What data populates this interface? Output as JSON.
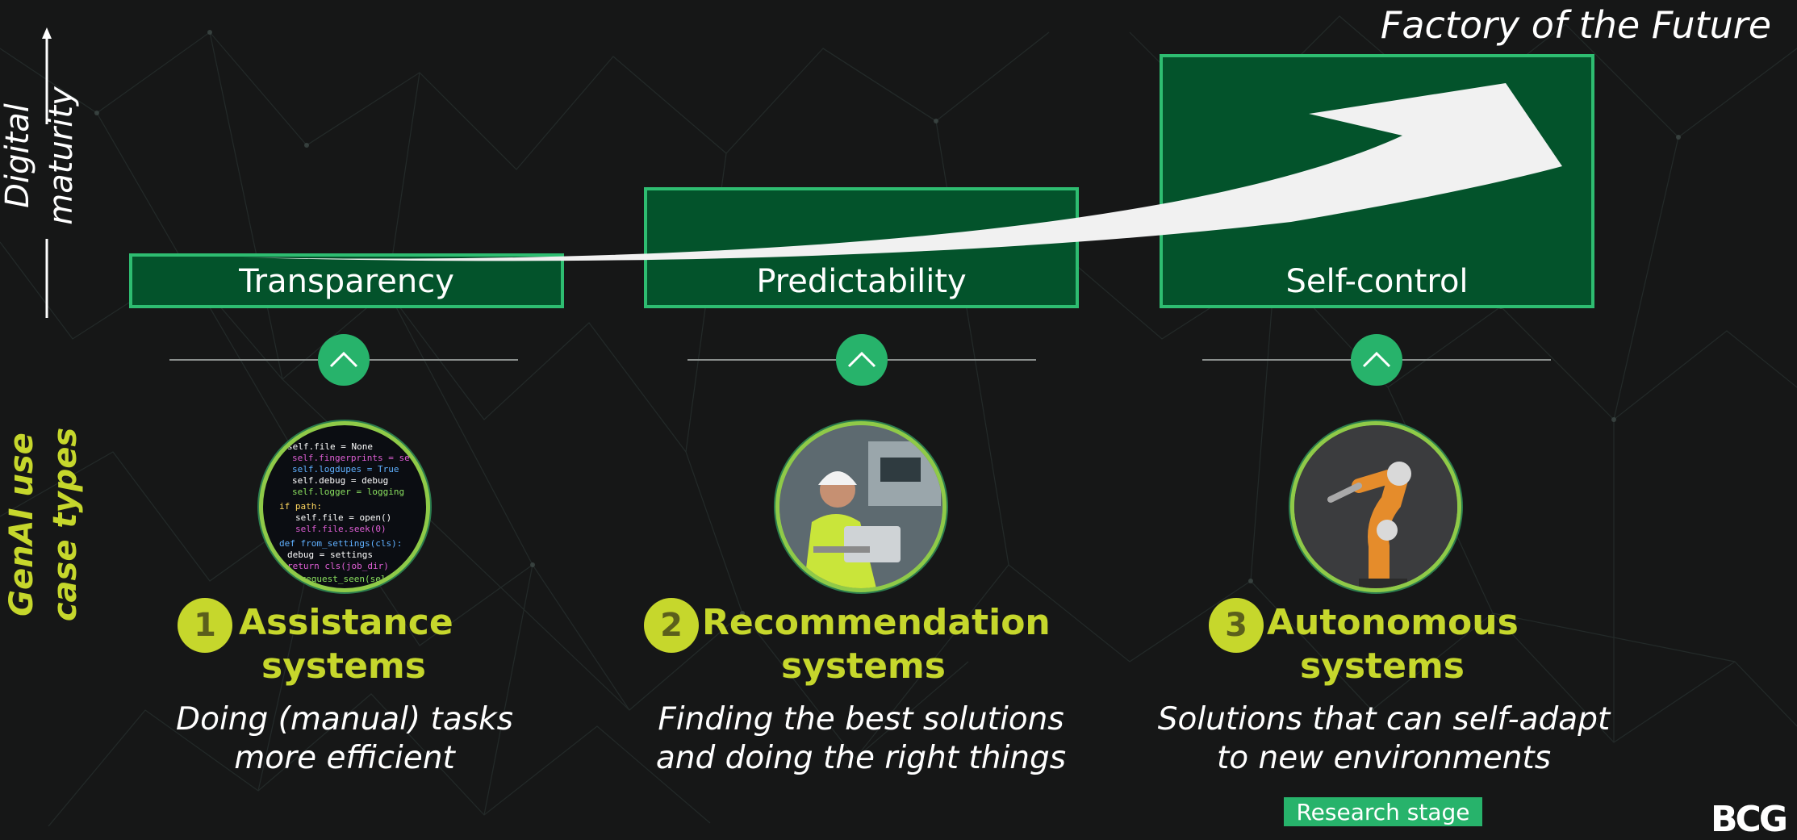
{
  "header": {
    "title": "Factory of the Future"
  },
  "axes": {
    "maturity_label": "Digital maturity",
    "genai_label": "GenAI use case types"
  },
  "stages": [
    {
      "label": "Transparency"
    },
    {
      "label": "Predictability"
    },
    {
      "label": "Self-control"
    }
  ],
  "use_cases": [
    {
      "number": "1",
      "title_line1": "Assistance",
      "title_line2": "systems",
      "desc_line1": "Doing (manual) tasks",
      "desc_line2": "more efficient",
      "image": "code-screen-photo"
    },
    {
      "number": "2",
      "title_line1": "Recommendation",
      "title_line2": "systems",
      "desc_line1": "Finding the best solutions",
      "desc_line2": "and doing the right things",
      "image": "engineer-with-laptop-photo"
    },
    {
      "number": "3",
      "title_line1": "Autonomous",
      "title_line2": "systems",
      "desc_line1": "Solutions that can self-adapt",
      "desc_line2": "to new environments",
      "image": "robot-arm-photo"
    }
  ],
  "badge": {
    "label": "Research stage"
  },
  "logo": {
    "text": "BCG"
  },
  "colors": {
    "background": "#161717",
    "stage_fill": "#03532b",
    "stage_border": "#2ebd71",
    "accent_lime": "#c6d72c",
    "accent_green": "#27b36b"
  },
  "icons": {
    "chevron": "chevron-up-icon",
    "axis_arrow": "arrow-up-icon"
  }
}
